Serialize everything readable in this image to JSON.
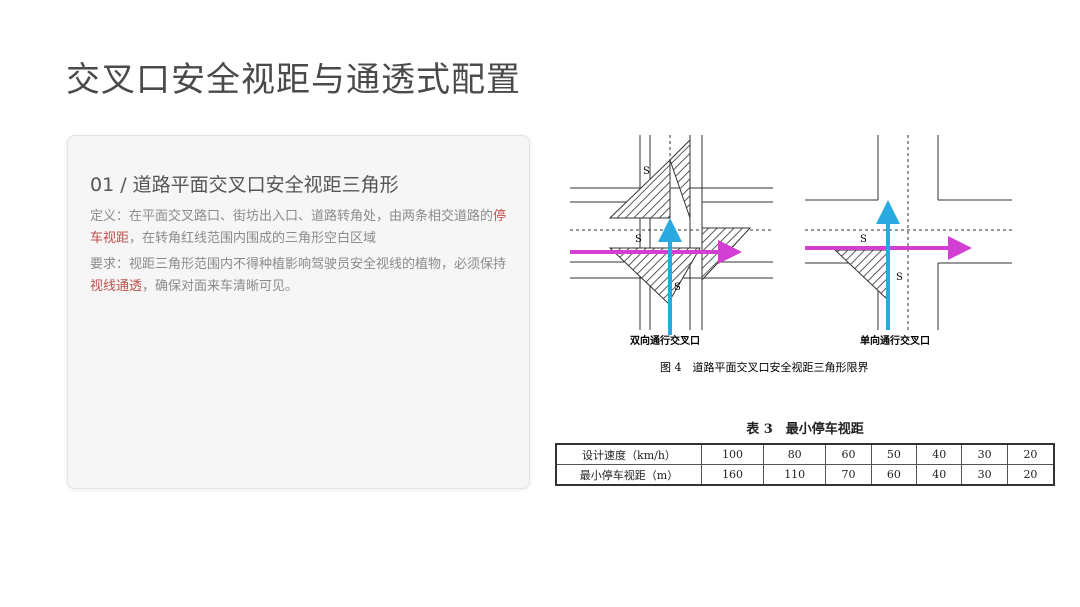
{
  "page": {
    "title": "交叉口安全视距与通透式配置"
  },
  "card": {
    "subtitle": "01 / 道路平面交叉口安全视距三角形",
    "definition": {
      "pre": "定义：在平面交叉路口、街坊出入口、道路转角处，由两条相交道路的",
      "highlight": "停车视距",
      "post": "，在转角红线范围内围成的三角形空白区域"
    },
    "requirement": {
      "pre": "要求：视距三角形范围内不得种植影响驾驶员安全视线的植物，必须保持",
      "highlight": "视线通透",
      "post": "，确保对面来车清晰可见。"
    }
  },
  "figure": {
    "left_label": "双向通行交叉口",
    "right_label": "单向通行交叉口",
    "caption": "图 4　道路平面交叉口安全视距三角形限界",
    "labels": {
      "s1": "S",
      "s2": "S",
      "s3": "S"
    }
  },
  "table": {
    "title": "表 3　最小停车视距",
    "rows": [
      {
        "header": "设计速度（km/h）",
        "values": [
          "100",
          "80",
          "60",
          "50",
          "40",
          "30",
          "20"
        ]
      },
      {
        "header": "最小停车视距（m）",
        "values": [
          "160",
          "110",
          "70",
          "60",
          "40",
          "30",
          "20"
        ]
      }
    ]
  },
  "colors": {
    "highlight": "#c0504d",
    "arrow_blue": "#29a9e0",
    "arrow_magenta": "#d23fd2"
  }
}
